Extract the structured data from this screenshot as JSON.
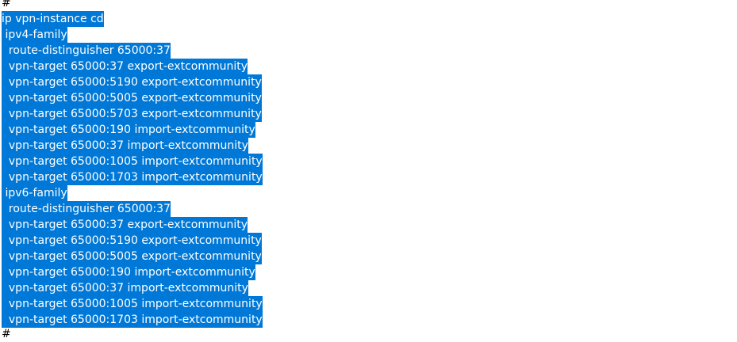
{
  "colors": {
    "selection_bg": "#0078d7",
    "selection_text": "#ffffff",
    "text": "#000000",
    "background": "#ffffff"
  },
  "editor": {
    "lines": [
      {
        "text": "#",
        "selected": false
      },
      {
        "text": "ip vpn-instance cd",
        "selected": true
      },
      {
        "text": " ipv4-family",
        "selected": true
      },
      {
        "text": "  route-distinguisher 65000:37",
        "selected": true
      },
      {
        "text": "  vpn-target 65000:37 export-extcommunity",
        "selected": true
      },
      {
        "text": "  vpn-target 65000:5190 export-extcommunity",
        "selected": true
      },
      {
        "text": "  vpn-target 65000:5005 export-extcommunity",
        "selected": true
      },
      {
        "text": "  vpn-target 65000:5703 export-extcommunity",
        "selected": true
      },
      {
        "text": "  vpn-target 65000:190 import-extcommunity",
        "selected": true
      },
      {
        "text": "  vpn-target 65000:37 import-extcommunity",
        "selected": true
      },
      {
        "text": "  vpn-target 65000:1005 import-extcommunity",
        "selected": true
      },
      {
        "text": "  vpn-target 65000:1703 import-extcommunity",
        "selected": true
      },
      {
        "text": " ipv6-family",
        "selected": true
      },
      {
        "text": "  route-distinguisher 65000:37",
        "selected": true
      },
      {
        "text": "  vpn-target 65000:37 export-extcommunity",
        "selected": true
      },
      {
        "text": "  vpn-target 65000:5190 export-extcommunity",
        "selected": true
      },
      {
        "text": "  vpn-target 65000:5005 export-extcommunity",
        "selected": true
      },
      {
        "text": "  vpn-target 65000:190 import-extcommunity",
        "selected": true
      },
      {
        "text": "  vpn-target 65000:37 import-extcommunity",
        "selected": true
      },
      {
        "text": "  vpn-target 65000:1005 import-extcommunity",
        "selected": true
      },
      {
        "text": "  vpn-target 65000:1703 import-extcommunity",
        "selected": true
      },
      {
        "text": "#",
        "selected": false
      }
    ]
  }
}
